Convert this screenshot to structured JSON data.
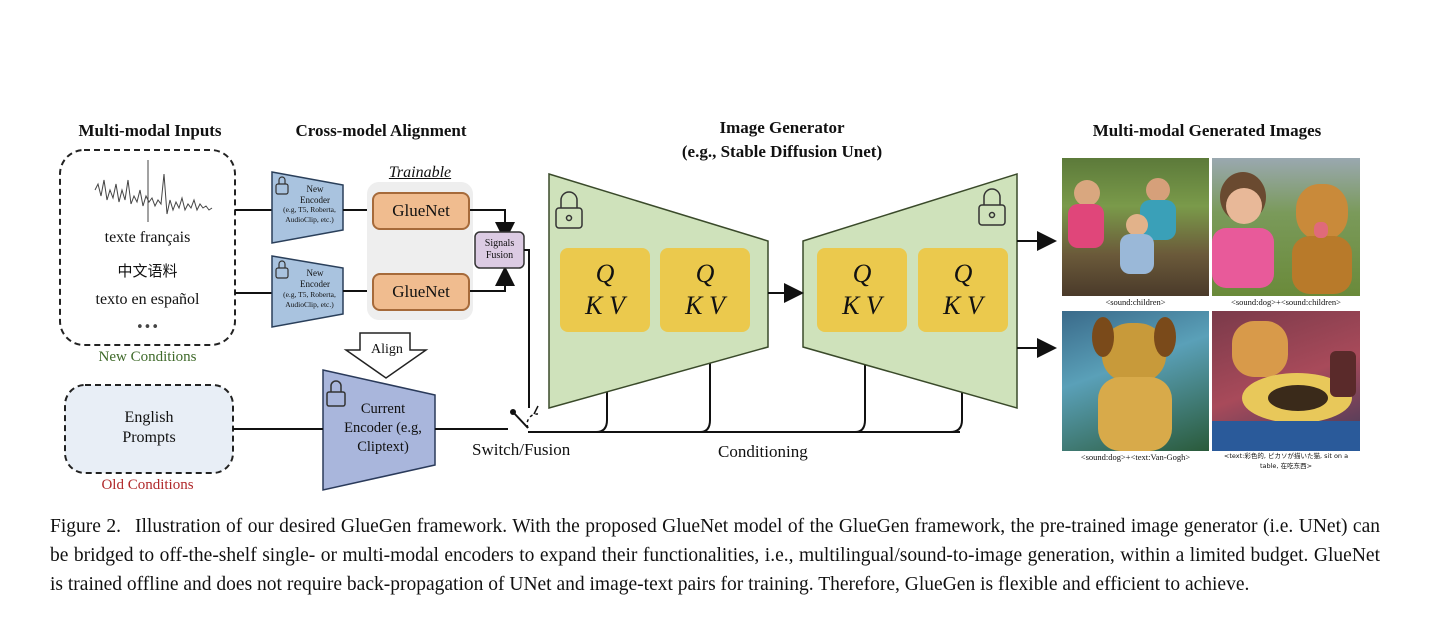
{
  "headers": {
    "inputs": "Multi-modal Inputs",
    "alignment": "Cross-model Alignment",
    "generator_line1": "Image Generator",
    "generator_line2": "(e.g., Stable Diffusion Unet)",
    "outputs": "Multi-modal Generated Images"
  },
  "inputs": {
    "french": "texte français",
    "chinese": "中文语料",
    "spanish": "texto en español",
    "more": "•••",
    "new_conditions": "New Conditions",
    "english_line1": "English",
    "english_line2": "Prompts",
    "old_conditions": "Old Conditions"
  },
  "alignment": {
    "trainable": "Trainable",
    "new_encoder_1": "New",
    "new_encoder_2": "Encoder",
    "new_encoder_3": "(e.g, T5, Roberta,",
    "new_encoder_4": "AudioClip, etc.)",
    "gluenet": "GlueNet",
    "signals_1": "Signals",
    "signals_2": "Fusion",
    "align": "Align",
    "current_1": "Current",
    "current_2": "Encoder (e.g,",
    "current_3": "Cliptext)",
    "switch": "Switch/Fusion"
  },
  "generator": {
    "q": "Q",
    "kv": "K V",
    "conditioning": "Conditioning"
  },
  "outputs": {
    "cap1": "<sound:children>",
    "cap2": "<sound:dog>+<sound:children>",
    "cap3": "<sound:dog>+<text:Van-Gogh>",
    "cap4_line1": "<text:彩色的, ピカソが描いた猫, sit on a",
    "cap4_line2": "table, 在吃东西>"
  },
  "caption": {
    "label": "Figure 2.",
    "text": "Illustration of our desired GlueGen framework. With the proposed GlueNet model of the GlueGen framework, the pre-trained image generator (i.e. UNet) can be bridged to off-the-shelf single- or multi-modal encoders to expand their functionalities, i.e., multilingual/sound-to-image generation, within a limited budget. GlueNet is trained offline and does not require back-propagation of UNet and image-text pairs for training. Therefore, GlueGen is flexible and efficient to achieve."
  },
  "colors": {
    "encoder": "#a9c3df",
    "gluenet": "#f0bc8f",
    "unet": "#cfe2bb",
    "attention": "#ebc94d",
    "signals": "#dccbe3",
    "current_encoder": "#a9b6dc",
    "old_box": "#e8eef6",
    "new_label": "#3f6a2a",
    "old_label": "#b0282a"
  }
}
